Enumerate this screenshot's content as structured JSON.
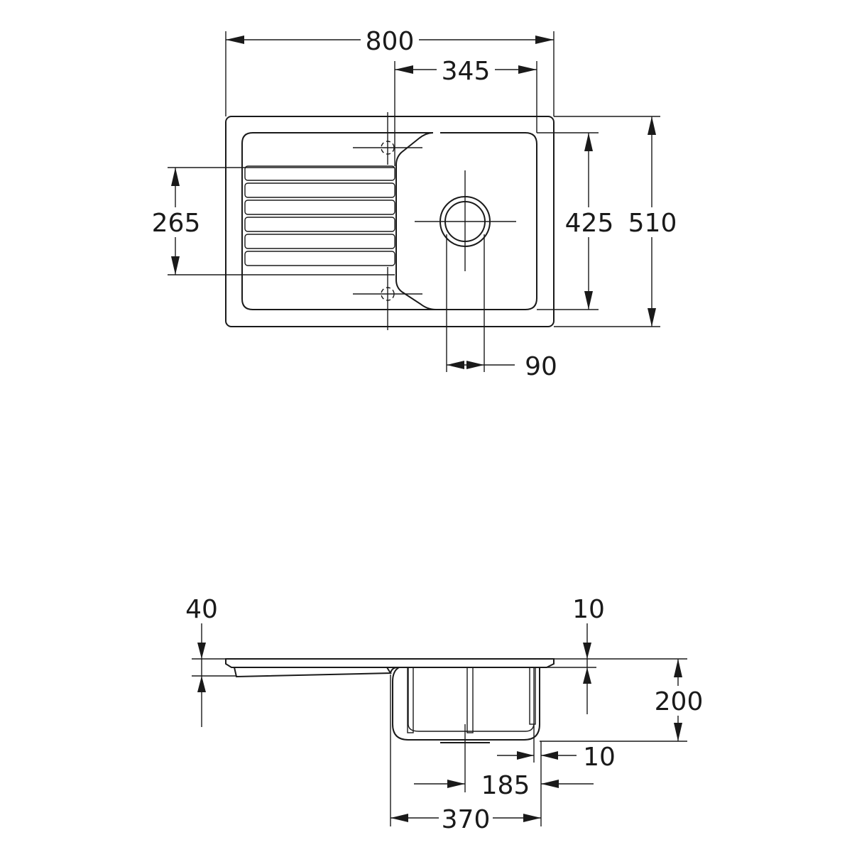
{
  "plan": {
    "width": "800",
    "bowl_width": "345",
    "drainer_height": "265",
    "bowl_height": "425",
    "depth": "510",
    "waste": "90"
  },
  "section": {
    "rim": "40",
    "edge": "10",
    "bowl_depth": "200",
    "wall": "10",
    "waste_offset": "185",
    "bowl_length": "370"
  }
}
